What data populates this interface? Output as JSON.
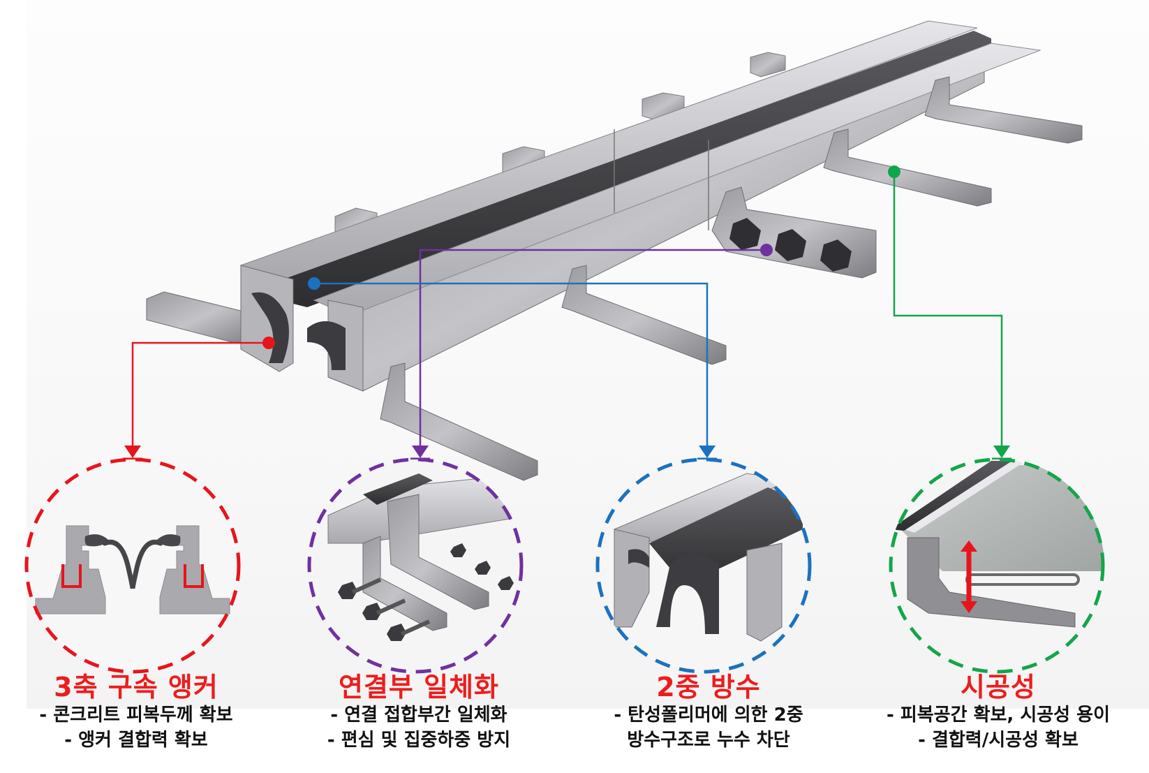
{
  "diagram": {
    "subject": "expansion joint rail assembly",
    "colors": {
      "anchor": "#e8141c",
      "connection": "#7030a0",
      "waterproof": "#1a72c0",
      "constructability": "#12a64a",
      "title_text": "#ee1c1c",
      "desc_text": "#111111"
    }
  },
  "features": [
    {
      "id": "anchor",
      "title": "3축 구속 앵커",
      "lines": [
        "- 콘크리트 피복두께 확보",
        "- 앵커 결합력 확보"
      ],
      "color": "#e8141c"
    },
    {
      "id": "connection",
      "title": "연결부 일체화",
      "lines": [
        "- 연결 접합부간 일체화",
        "- 편심 및 집중하중 방지"
      ],
      "color": "#7030a0"
    },
    {
      "id": "waterproof",
      "title": "2중 방수",
      "lines": [
        "- 탄성폴리머에 의한 2중",
        "방수구조로 누수 차단"
      ],
      "color": "#1a72c0"
    },
    {
      "id": "constructability",
      "title": "시공성",
      "lines": [
        "- 피복공간 확보, 시공성 용이",
        "- 결합력/시공성 확보"
      ],
      "color": "#12a64a"
    }
  ]
}
